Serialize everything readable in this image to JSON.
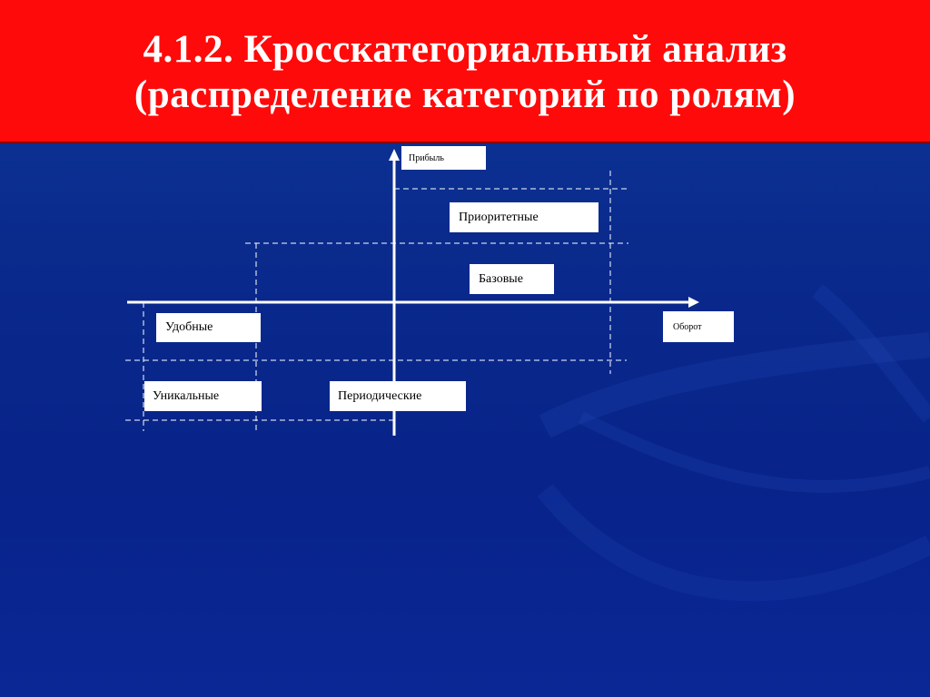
{
  "slide": {
    "title_line1": "4.1.2. Кросскатегориальный анализ",
    "title_line2": "(распределение категорий по ролям)"
  },
  "diagram": {
    "y_axis_label": "Прибыль",
    "x_axis_label": "Оборот",
    "categories": {
      "priority": "Приоритетные",
      "basic": "Базовые",
      "convenient": "Удобные",
      "unique": "Уникальные",
      "periodic": "Периодические"
    }
  },
  "colors": {
    "header_red": "#ff0a0a",
    "background_blue": "#0a2a8c",
    "axis_white": "#ffffff"
  }
}
